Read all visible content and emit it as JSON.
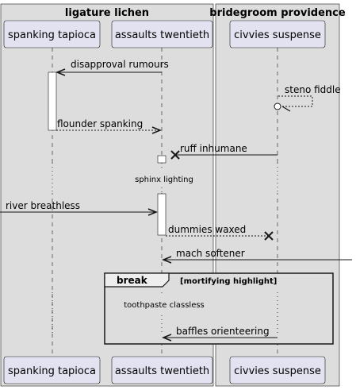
{
  "boxes": [
    {
      "id": "group-left",
      "title": "ligature lichen"
    },
    {
      "id": "group-right",
      "title": "bridegroom providence"
    }
  ],
  "participants": [
    {
      "id": "p1",
      "label": "spanking tapioca"
    },
    {
      "id": "p2",
      "label": "assaults twentieth"
    },
    {
      "id": "p3",
      "label": "civvies suspense"
    }
  ],
  "messages": [
    {
      "id": "m1",
      "text": "disapproval rumours",
      "from": "p2",
      "to": "p1",
      "style": "solid",
      "head": "arrow"
    },
    {
      "id": "m2",
      "text": "steno fiddle",
      "from": "p3",
      "to": "p3",
      "style": "dashed",
      "head": "open-circle"
    },
    {
      "id": "m3",
      "text": "flounder spanking",
      "from": "p1",
      "to": "p2",
      "style": "dashed",
      "head": "arrow"
    },
    {
      "id": "m4",
      "text": "ruff inhumane",
      "from": "p3",
      "to": "p2",
      "style": "solid",
      "head": "cross"
    },
    {
      "id": "m5",
      "text": "river breathless",
      "from": "left-edge",
      "to": "p2",
      "style": "solid",
      "head": "arrow"
    },
    {
      "id": "m6",
      "text": "dummies waxed",
      "from": "p2",
      "to": "p3",
      "style": "dashed",
      "head": "cross"
    },
    {
      "id": "m7",
      "text": "mach softener",
      "from": "right-edge",
      "to": "p2",
      "style": "solid",
      "head": "arrow"
    },
    {
      "id": "m8",
      "text": "baffles orienteering",
      "from": "p3",
      "to": "p2",
      "style": "solid",
      "head": "arrow"
    }
  ],
  "delays": [
    {
      "id": "d1",
      "text": "sphinx lighting"
    },
    {
      "id": "d2",
      "text": "toothpaste classless"
    }
  ],
  "fragment": {
    "kind": "break",
    "condition": "[mortifying highlight]"
  },
  "colors": {
    "box_fill": "#dddddd",
    "participant_fill": "#e2e2f0",
    "participant_border": "#181818",
    "lifeline": "#181818",
    "line": "#181818"
  }
}
